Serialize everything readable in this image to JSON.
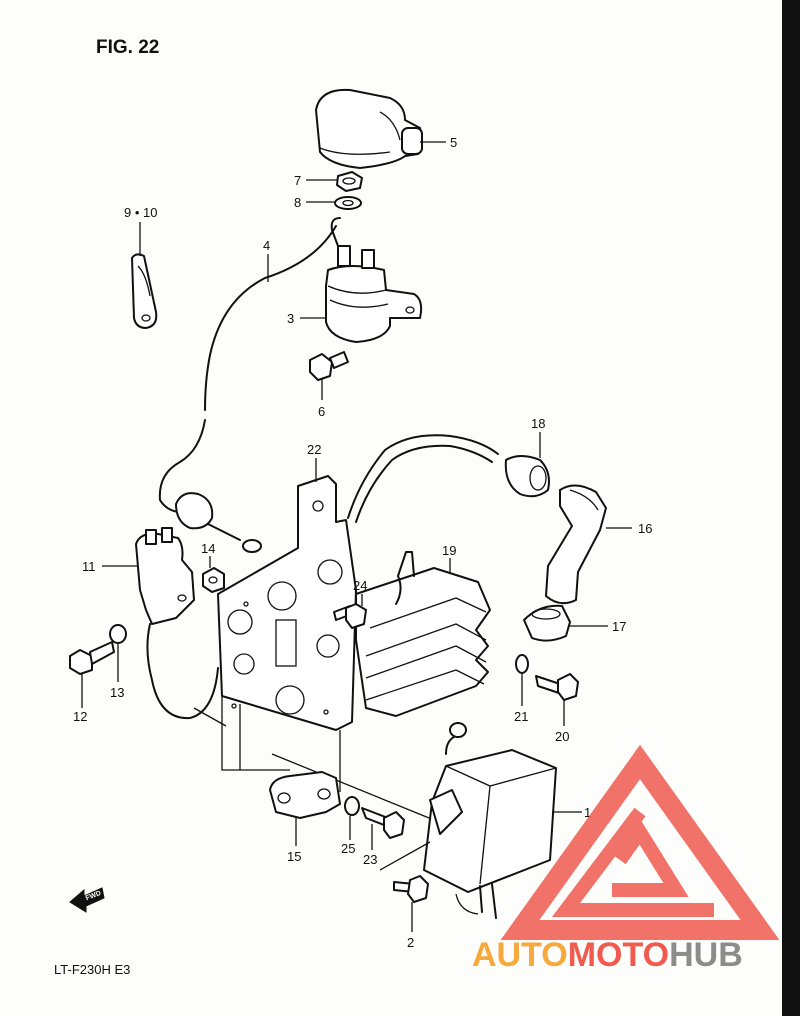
{
  "figure_title": "FIG. 22",
  "model_code": "LT-F230H E3",
  "fwd_label": "FWD",
  "watermark": {
    "word_1": "AUTO",
    "word_2": "MOTO",
    "word_3": "HUB",
    "color_red": "#f05a4f",
    "color_orange": "#f7a93b",
    "color_gray": "#8c8c8c"
  },
  "callouts": [
    {
      "id": "c5",
      "label": "5"
    },
    {
      "id": "c7",
      "label": "7"
    },
    {
      "id": "c8",
      "label": "8"
    },
    {
      "id": "c9-10",
      "label": "9 • 10"
    },
    {
      "id": "c4",
      "label": "4"
    },
    {
      "id": "c3",
      "label": "3"
    },
    {
      "id": "c6",
      "label": "6"
    },
    {
      "id": "c22",
      "label": "22"
    },
    {
      "id": "c18",
      "label": "18"
    },
    {
      "id": "c16",
      "label": "16"
    },
    {
      "id": "c17",
      "label": "17"
    },
    {
      "id": "c11",
      "label": "11"
    },
    {
      "id": "c14",
      "label": "14"
    },
    {
      "id": "c19",
      "label": "19"
    },
    {
      "id": "c24",
      "label": "24"
    },
    {
      "id": "c13",
      "label": "13"
    },
    {
      "id": "c12",
      "label": "12"
    },
    {
      "id": "c21",
      "label": "21"
    },
    {
      "id": "c20",
      "label": "20"
    },
    {
      "id": "c1",
      "label": "1"
    },
    {
      "id": "c15",
      "label": "15"
    },
    {
      "id": "c25",
      "label": "25"
    },
    {
      "id": "c23",
      "label": "23"
    },
    {
      "id": "c2",
      "label": "2"
    }
  ]
}
